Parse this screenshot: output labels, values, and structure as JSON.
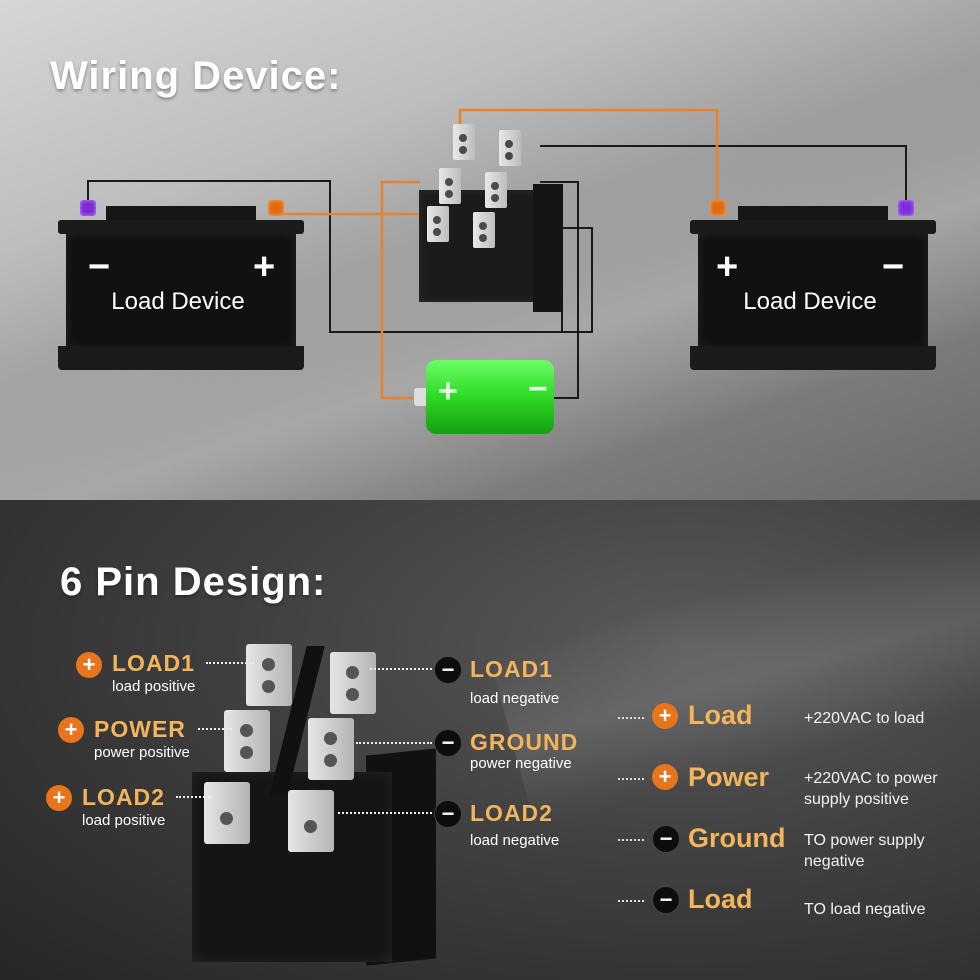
{
  "wiring": {
    "title": "Wiring Device:",
    "left_device": {
      "label": "Load Device",
      "left_sign": "−",
      "right_sign": "+"
    },
    "right_device": {
      "label": "Load Device",
      "left_sign": "+",
      "right_sign": "−"
    },
    "cell": {
      "plus": "+",
      "minus": "−"
    }
  },
  "pins": {
    "title": "6 Pin Design:",
    "left": [
      {
        "sign": "+",
        "name": "LOAD1",
        "sub": "load positive"
      },
      {
        "sign": "+",
        "name": "POWER",
        "sub": "power positive"
      },
      {
        "sign": "+",
        "name": "LOAD2",
        "sub": "load positive"
      }
    ],
    "right": [
      {
        "sign": "−",
        "name": "LOAD1",
        "sub": "load negative"
      },
      {
        "sign": "−",
        "name": "GROUND",
        "sub": "power negative"
      },
      {
        "sign": "−",
        "name": "LOAD2",
        "sub": "load negative"
      }
    ]
  },
  "legend": [
    {
      "sign": "+",
      "name": "Load",
      "desc": [
        "+220VAC to load"
      ]
    },
    {
      "sign": "+",
      "name": "Power",
      "desc": [
        "+220VAC to power",
        "supply positive"
      ]
    },
    {
      "sign": "−",
      "name": "Ground",
      "desc": [
        "TO  power supply",
        "negative"
      ]
    },
    {
      "sign": "−",
      "name": "Load",
      "desc": [
        "TO  load negative"
      ]
    }
  ],
  "colors": {
    "wire_orange": "#e9822a",
    "wire_black": "#1a1a1a",
    "label_gold": "#f3b45c",
    "plus_badge": "#e8741c",
    "minus_badge": "#0d0d0d"
  }
}
